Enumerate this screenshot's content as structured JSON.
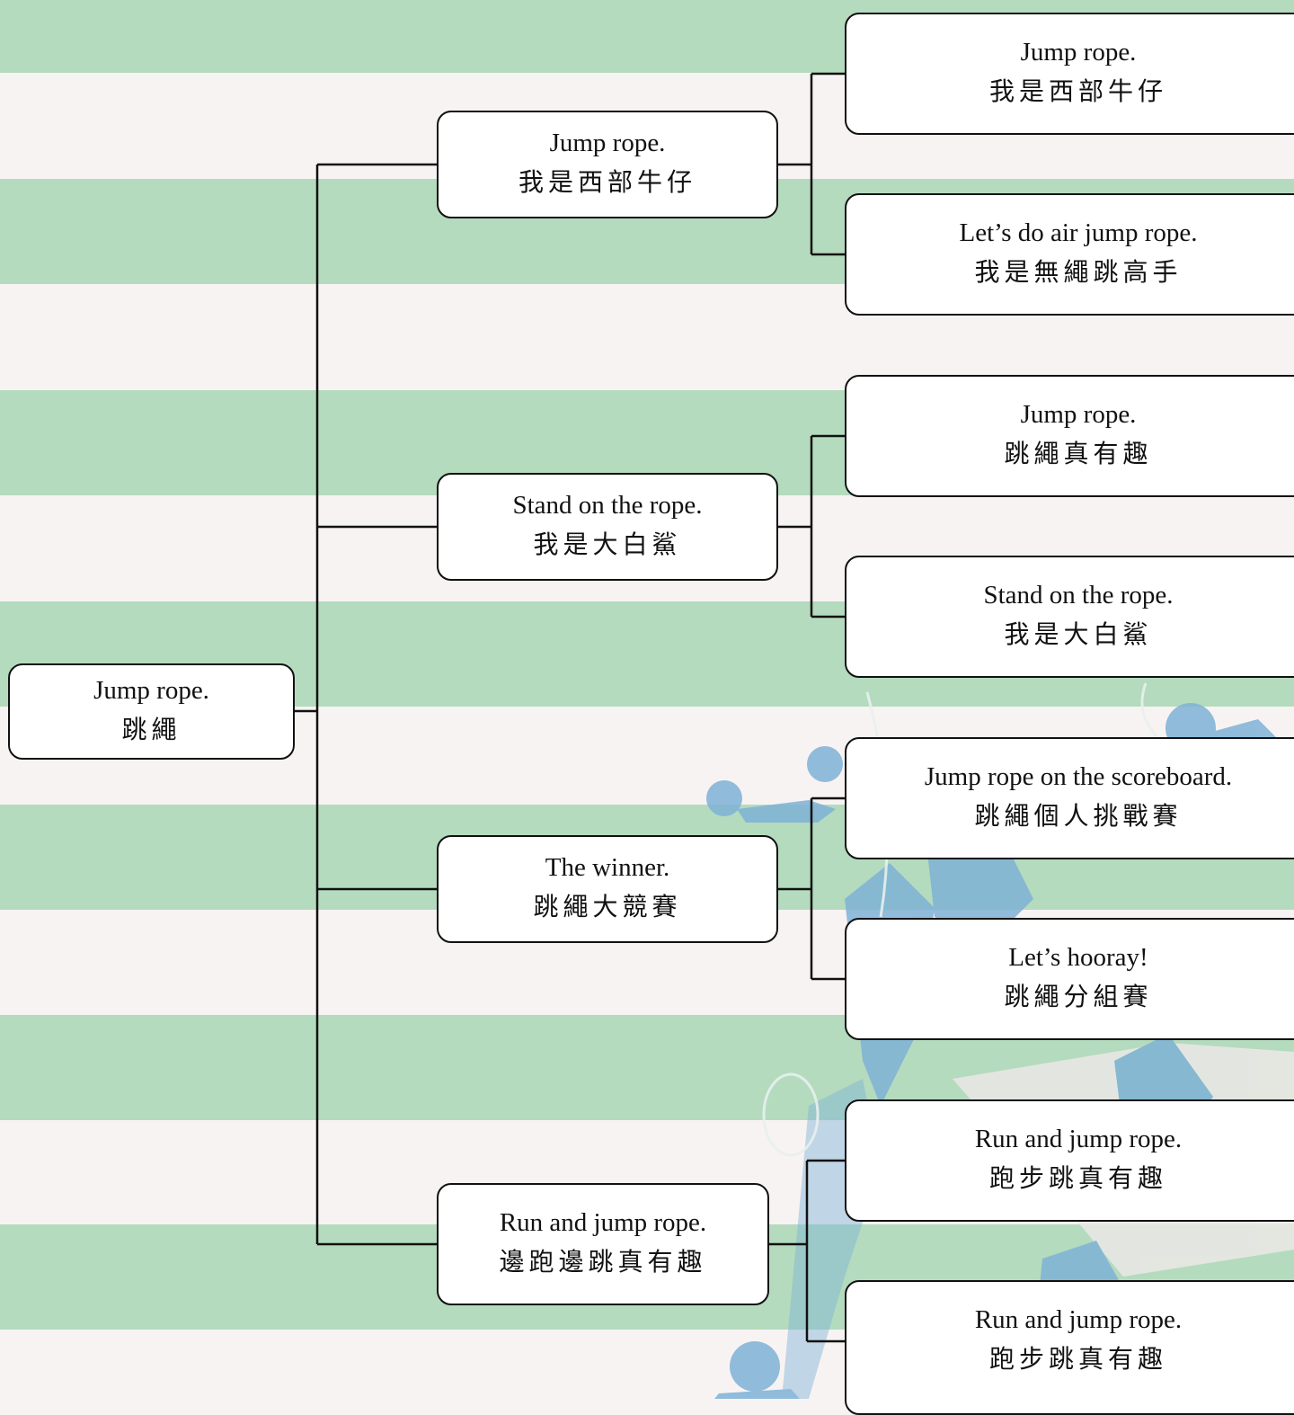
{
  "colors": {
    "stripe_green": "#b4dbbe",
    "stripe_pink": "#f8f3f3",
    "node_fill": "#ffffff",
    "node_border": "#111111",
    "connector": "#111111",
    "figure_blue": "#7fb2d6"
  },
  "background": {
    "decoration": "faded blue silhouettes of athletes (badminton players, rope jumpers) behind the lower-right nodes"
  },
  "tree": {
    "root": {
      "en": "Jump rope.",
      "zh": "跳繩"
    },
    "branches": [
      {
        "en": "Jump rope.",
        "zh": "我是西部牛仔",
        "leaves": [
          {
            "en": "Jump rope.",
            "zh": "我是西部牛仔"
          },
          {
            "en": "Let’s do air jump rope.",
            "zh": "我是無繩跳高手"
          }
        ]
      },
      {
        "en": "Stand on the rope.",
        "zh": "我是大白鯊",
        "leaves": [
          {
            "en": "Jump rope.",
            "zh": "跳繩真有趣"
          },
          {
            "en": "Stand on the rope.",
            "zh": "我是大白鯊"
          }
        ]
      },
      {
        "en": "The winner.",
        "zh": "跳繩大競賽",
        "leaves": [
          {
            "en": "Jump rope on the scoreboard.",
            "zh": "跳繩個人挑戰賽"
          },
          {
            "en": "Let’s hooray!",
            "zh": "跳繩分組賽"
          }
        ]
      },
      {
        "en": "Run and jump rope.",
        "zh": "邊跑邊跳真有趣",
        "leaves": [
          {
            "en": "Run and jump rope.",
            "zh": "跑步跳真有趣"
          },
          {
            "en": "Run and jump rope.",
            "zh": "跑步跳真有趣"
          }
        ]
      }
    ]
  }
}
